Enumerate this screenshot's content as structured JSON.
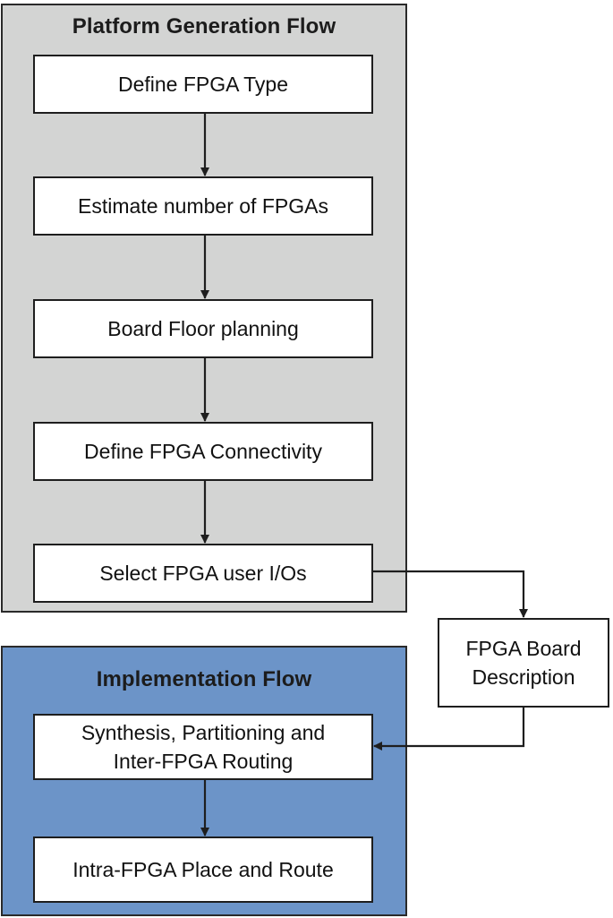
{
  "platform_flow": {
    "title": "Platform Generation Flow",
    "steps": [
      "Define FPGA Type",
      "Estimate number of FPGAs",
      "Board Floor planning",
      "Define FPGA Connectivity",
      "Select FPGA user I/Os"
    ]
  },
  "board_description": {
    "line1": "FPGA Board",
    "line2": "Description"
  },
  "implementation_flow": {
    "title": "Implementation Flow",
    "synthesis": {
      "line1": "Synthesis, Partitioning and",
      "line2": "Inter-FPGA Routing"
    },
    "place_route": "Intra-FPGA Place and Route"
  },
  "colors": {
    "platform_background": "#d3d4d3",
    "implementation_background": "#6c94c8",
    "box_background": "#ffffff",
    "stroke": "#1e1e1e"
  }
}
